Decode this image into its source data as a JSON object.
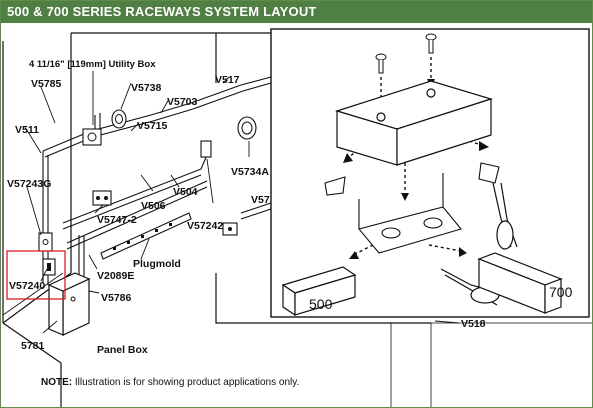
{
  "header": {
    "title": "500 & 700 SERIES RACEWAYS SYSTEM LAYOUT",
    "bg_color": "#4f7f43"
  },
  "labels": {
    "utility_box": "4 11/16\" [119mm] Utility Box",
    "v5785": "V5785",
    "v5738": "V5738",
    "v5703": "V5703",
    "v517": "V517",
    "v511": "V511",
    "v5715": "V5715",
    "v5734a": "V5734A",
    "v57243g": "V57243G",
    "v506": "V506",
    "v504": "V504",
    "v5747_2": "V5747-2",
    "v57242": "V57242",
    "v57_partial": "V57",
    "plugmold": "Plugmold",
    "v2089e": "V2089E",
    "v57240": "V57240",
    "v5786": "V5786",
    "n5781": "5781",
    "panel_box": "Panel Box",
    "v518": "V518"
  },
  "inset": {
    "label_500": "500",
    "label_700": "700"
  },
  "note": {
    "prefix": "NOTE:",
    "text": " Illustration is for showing product applications only."
  },
  "colors": {
    "highlight": "#e0191f",
    "line": "#111111"
  }
}
